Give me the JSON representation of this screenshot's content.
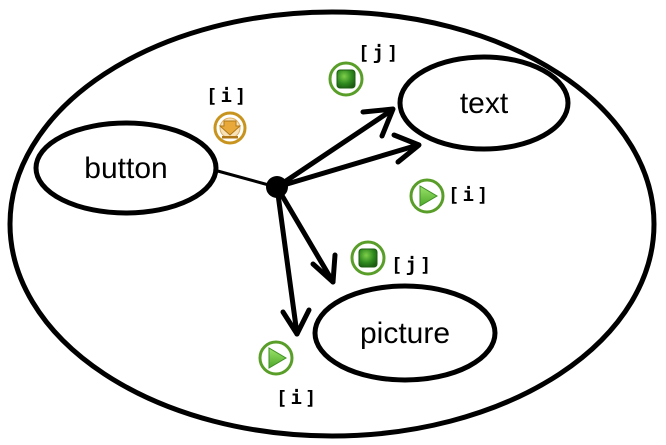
{
  "nodes": {
    "button": "button",
    "text": "text",
    "picture": "picture"
  },
  "badges": [
    {
      "kind": "download",
      "icon": "download-icon",
      "tag": "[i]"
    },
    {
      "kind": "stop",
      "icon": "stop-icon",
      "tag": "[j]"
    },
    {
      "kind": "play",
      "icon": "play-icon",
      "tag": "[i]"
    },
    {
      "kind": "stop",
      "icon": "stop-icon",
      "tag": "[j]"
    },
    {
      "kind": "play",
      "icon": "play-icon",
      "tag": "[i]"
    }
  ],
  "colors": {
    "stroke": "#000000",
    "green_ring": "#5a9e2a",
    "green_fill": "#3f8f25",
    "play_fill": "#6cc23a",
    "orange_ring": "#c8941e",
    "orange_fill": "#e8a93a"
  }
}
